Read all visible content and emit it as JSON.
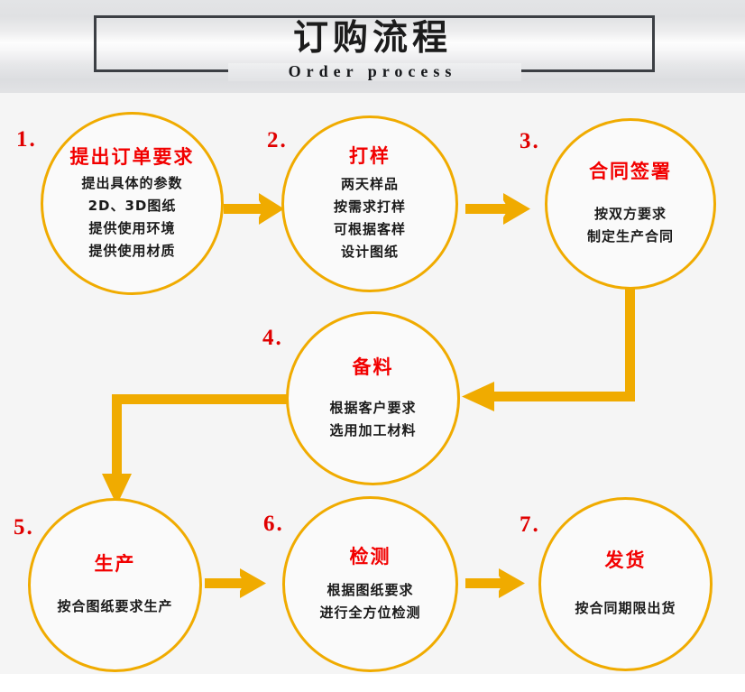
{
  "header": {
    "title": "订购流程",
    "subtitle": "Order process",
    "frame_color": "#3c3f44"
  },
  "colors": {
    "accent": "#f0ab00",
    "title_red": "#f20000",
    "number_red": "#e00000",
    "body_text": "#1a1a1a",
    "page_background": "#f5f5f5"
  },
  "flow": {
    "nodes": [
      {
        "number": "1.",
        "title": "提出订单要求",
        "lines": [
          "提出具体的参数",
          "2D、3D图纸",
          "提供使用环境",
          "提供使用材质"
        ]
      },
      {
        "number": "2.",
        "title": "打样",
        "lines": [
          "两天样品",
          "按需求打样",
          "可根据客样",
          "设计图纸"
        ]
      },
      {
        "number": "3.",
        "title": "合同签署",
        "lines": [
          "按双方要求",
          "制定生产合同"
        ]
      },
      {
        "number": "4.",
        "title": "备料",
        "lines": [
          "根据客户要求",
          "选用加工材料"
        ]
      },
      {
        "number": "5.",
        "title": "生产",
        "lines": [
          "按合图纸要求生产"
        ]
      },
      {
        "number": "6.",
        "title": "检测",
        "lines": [
          "根据图纸要求",
          "进行全方位检测"
        ]
      },
      {
        "number": "7.",
        "title": "发货",
        "lines": [
          "按合同期限出货"
        ]
      }
    ],
    "connectors": [
      {
        "name": "arrow-1-to-2",
        "shape": "horizontal-right"
      },
      {
        "name": "arrow-2-to-3",
        "shape": "horizontal-right"
      },
      {
        "name": "arrow-3-to-4",
        "shape": "elbow-down-left"
      },
      {
        "name": "arrow-4-to-5",
        "shape": "elbow-left-down"
      },
      {
        "name": "arrow-5-to-6",
        "shape": "horizontal-right"
      },
      {
        "name": "arrow-6-to-7",
        "shape": "horizontal-right"
      }
    ]
  }
}
